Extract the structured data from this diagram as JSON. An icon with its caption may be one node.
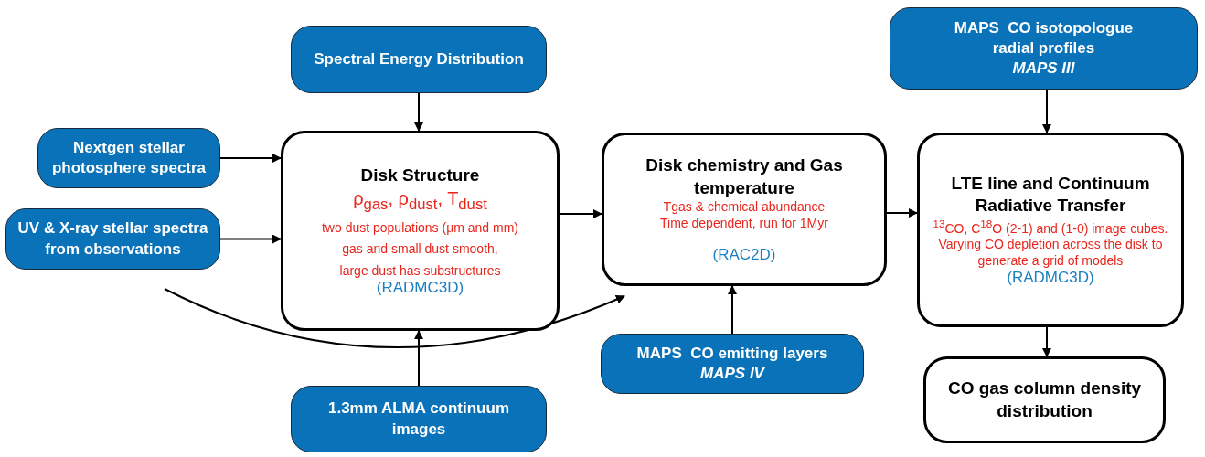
{
  "diagram": {
    "nodes": [
      {
        "text": [
          "Spectral Energy Distribution"
        ]
      },
      {
        "text": [
          "Nextgen stellar photosphere spectra"
        ]
      },
      {
        "text": [
          "UV & X-ray stellar spectra from observations"
        ]
      },
      {
        "text": [
          "Disk Structure",
          "ρ$_{gas}$, ρ$_{dust}$, T$_{dust}$",
          "two dust populations (µm and mm)",
          "gas and small dust smooth,",
          "large dust has substructures",
          "(RADMC3D)"
        ]
      },
      {
        "text": [
          "Disk chemistry and Gas temperature",
          "Tgas & chemical abundance",
          "Time dependent, run for 1Myr",
          "(RAC2D)"
        ]
      },
      {
        "text": [
          "MAPS  CO emitting layers",
          "MAPS IV"
        ]
      },
      {
        "text": [
          "1.3mm ALMA continuum images"
        ]
      },
      {
        "text": [
          "MAPS  CO isotopologue radial profiles",
          "MAPS III"
        ]
      },
      {
        "text": [
          "LTE line and Continuum Radiative Transfer",
          "$^{13}$CO, C$^{18}$O (2-1) and (1-0) image cubes. Varying CO depletion across the disk to generate a grid of models",
          "(RADMC3D)"
        ]
      },
      {
        "text": [
          "CO gas column density distribution"
        ]
      }
    ],
    "edges": [
      {
        "from": 0,
        "to": 3,
        "arrow": "to"
      },
      {
        "from": 1,
        "to": 3,
        "arrow": "to"
      },
      {
        "from": 2,
        "to": 3,
        "arrow": "to"
      },
      {
        "from": 3,
        "to": 4,
        "arrow": "to"
      },
      {
        "from": 6,
        "to": 3,
        "arrow": "to"
      },
      {
        "from": null,
        "to": 4,
        "arrow": "to"
      },
      {
        "from": 5,
        "to": 4,
        "arrow": "to"
      },
      {
        "from": 4,
        "to": 8,
        "arrow": "to"
      },
      {
        "from": 7,
        "to": 8,
        "arrow": "to"
      },
      {
        "from": 8,
        "to": 9,
        "arrow": "to"
      }
    ]
  }
}
